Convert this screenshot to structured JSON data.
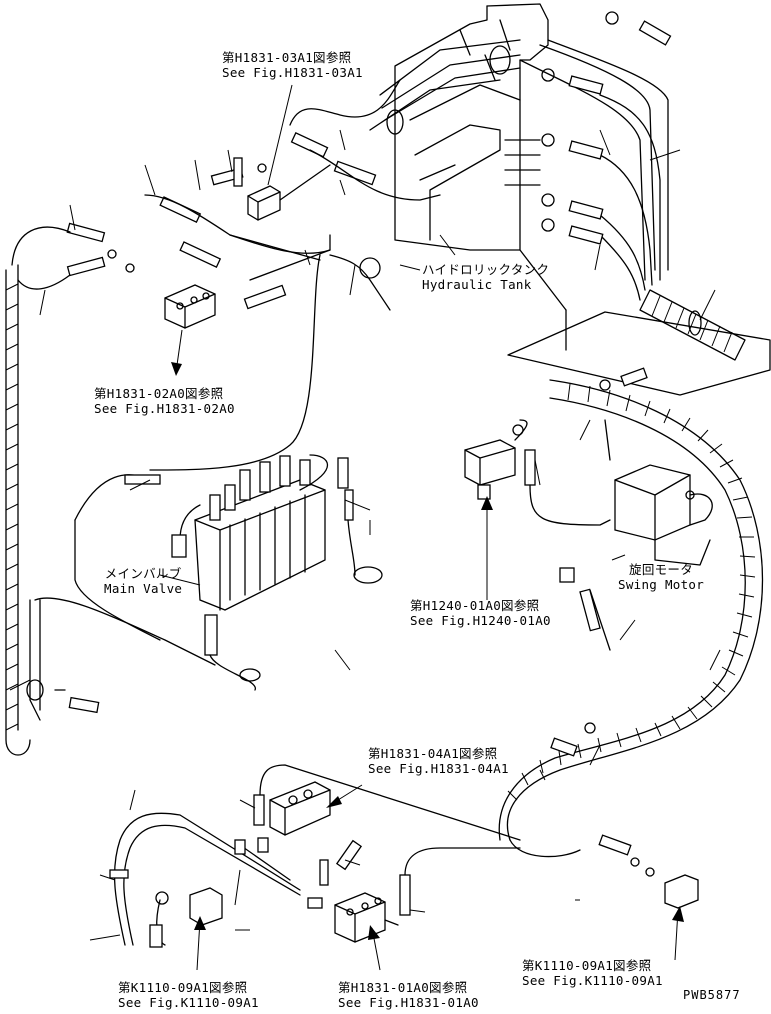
{
  "labels": {
    "ref_h1831_03a1": {
      "jp": "第H1831-03A1図参照",
      "en": "See Fig.H1831-03A1"
    },
    "hydraulic_tank": {
      "jp": "ハイドロリックタンク",
      "en": "Hydraulic Tank"
    },
    "ref_h1831_02a0": {
      "jp": "第H1831-02A0図参照",
      "en": "See Fig.H1831-02A0"
    },
    "main_valve": {
      "jp": "メインバルブ",
      "en": "Main Valve"
    },
    "swing_motor": {
      "jp": "旋回モータ",
      "en": "Swing Motor"
    },
    "ref_h1240_01a0": {
      "jp": "第H1240-01A0図参照",
      "en": "See Fig.H1240-01A0"
    },
    "ref_h1831_04a1": {
      "jp": "第H1831-04A1図参照",
      "en": "See Fig.H1831-04A1"
    },
    "ref_k1110_09a1_left": {
      "jp": "第K1110-09A1図参照",
      "en": "See Fig.K1110-09A1"
    },
    "ref_h1831_01a0": {
      "jp": "第H1831-01A0図参照",
      "en": "See Fig.H1831-01A0"
    },
    "ref_k1110_09a1_right": {
      "jp": "第K1110-09A1図参照",
      "en": "See Fig.K1110-09A1"
    }
  },
  "drawing_code": "PWB5877"
}
